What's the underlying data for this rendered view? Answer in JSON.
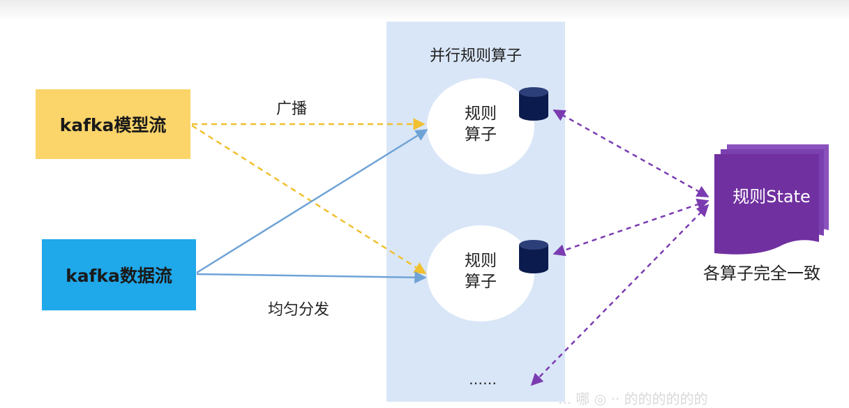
{
  "panel": {
    "title": "并行规则算子"
  },
  "sources": {
    "model_stream": "kafka模型流",
    "data_stream": "kafka数据流"
  },
  "operators": [
    {
      "line1": "规则",
      "line2": "算子"
    },
    {
      "line1": "规则",
      "line2": "算子"
    }
  ],
  "edges": {
    "broadcast": "广播",
    "distribute": "均匀分发"
  },
  "state": {
    "label": "规则State",
    "caption": "各算子完全一致"
  },
  "ellipsis": "……",
  "watermark": "... 哪 ◎ ·· 的的的的的的",
  "colors": {
    "model_box": "#fbd56a",
    "data_box": "#1fa8ea",
    "panel": "#d9e6f7",
    "broadcast_line": "#f0c030",
    "distribute_line": "#6fa3d6",
    "state_line": "#7a3bb0",
    "state_doc": "#7030a0",
    "db": "#0b1b4d"
  },
  "icons": [
    "database-icon",
    "document-stack-icon",
    "arrow-icon"
  ]
}
